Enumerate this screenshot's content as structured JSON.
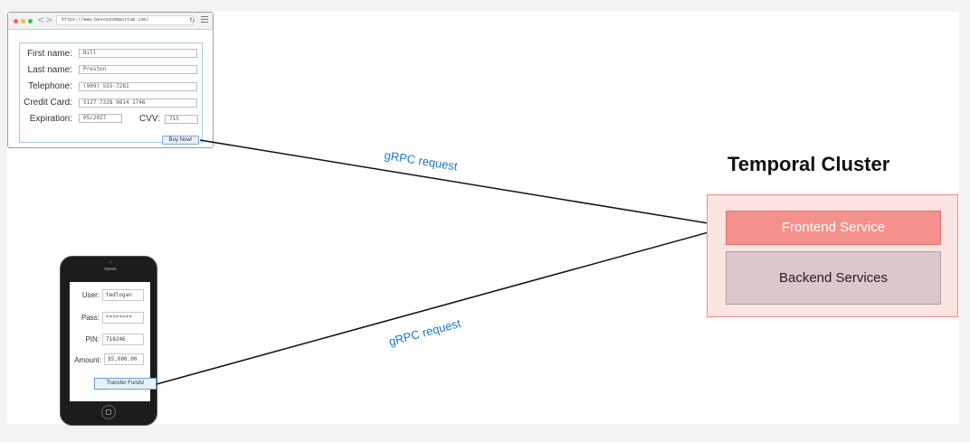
{
  "browser": {
    "url": "https://www.bassoonemporium.com/",
    "nav_back": "<",
    "nav_forward": ">",
    "reload_glyph": "↻",
    "form": {
      "first_name_label": "First name:",
      "first_name_value": "Bill",
      "last_name_label": "Last name:",
      "last_name_value": "Preston",
      "telephone_label": "Telephone:",
      "telephone_value": "(909) 555-7281",
      "credit_card_label": "Credit Card:",
      "credit_card_value": "5127 7328 9614 1746",
      "expiration_label": "Expiration:",
      "expiration_value": "05/2027",
      "cvv_label": "CVV:",
      "cvv_value": "715",
      "buy_button_label": "Buy Now!"
    },
    "colors": {
      "dot_red": "#fc605c",
      "dot_yellow": "#fdbc40",
      "dot_green": "#34c84a"
    }
  },
  "phone": {
    "form": {
      "user_label": "User:",
      "user_value": "tedlogan",
      "pass_label": "Pass:",
      "pass_value": "********",
      "pin_label": "PIN:",
      "pin_value": "718246",
      "amount_label": "Amount:",
      "amount_value": "$5,000.00",
      "transfer_button_label": "Transfer Funds!"
    }
  },
  "connections": [
    {
      "label": "gRPC request",
      "from": "browser",
      "to": "frontend-service"
    },
    {
      "label": "gRPC request",
      "from": "phone",
      "to": "frontend-service"
    }
  ],
  "cluster": {
    "title": "Temporal Cluster",
    "frontend_label": "Frontend Service",
    "backend_label": "Backend Services",
    "colors": {
      "cluster_fill": "#fbe4e2",
      "frontend_fill": "#f5918c",
      "backend_fill": "#dcc7cb",
      "request_label": "#1b78c7"
    }
  }
}
